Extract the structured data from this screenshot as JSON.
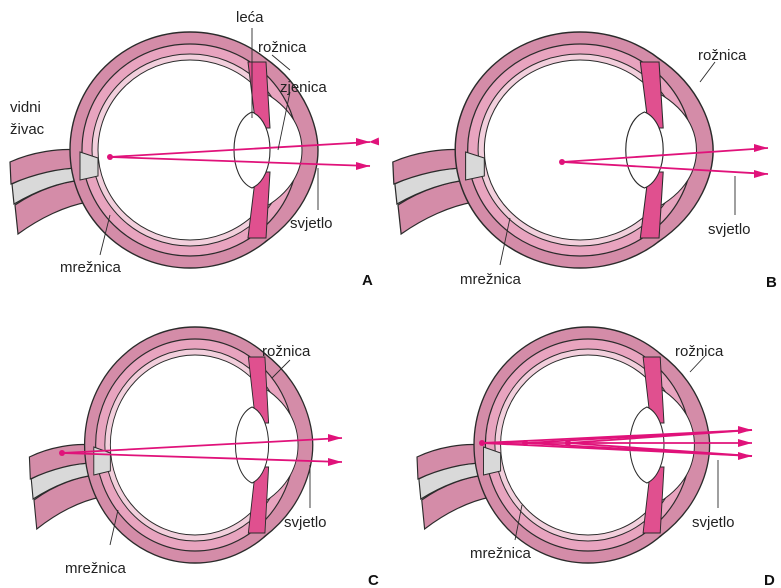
{
  "colors": {
    "sclera": "#d48ca8",
    "choroid": "#e8a4bf",
    "iris": "#e0508f",
    "ray": "#e0127a",
    "outline": "#2b2b2b",
    "nerve": "#d9d9d9"
  },
  "panels": [
    {
      "letter": "A",
      "labels": {
        "leca": "leća",
        "roznica": "rožnica",
        "zjenica": "zjenica",
        "vidni": "vidni",
        "zivac": "živac",
        "svjetlo": "svjetlo",
        "mreznica": "mrežnica"
      }
    },
    {
      "letter": "B",
      "labels": {
        "roznica": "rožnica",
        "svjetlo": "svjetlo",
        "mreznica": "mrežnica"
      }
    },
    {
      "letter": "C",
      "labels": {
        "roznica": "rožnica",
        "svjetlo": "svjetlo",
        "mreznica": "mrežnica"
      }
    },
    {
      "letter": "D",
      "labels": {
        "roznica": "rožnica",
        "svjetlo": "svjetlo",
        "mreznica": "mrežnica"
      }
    }
  ]
}
